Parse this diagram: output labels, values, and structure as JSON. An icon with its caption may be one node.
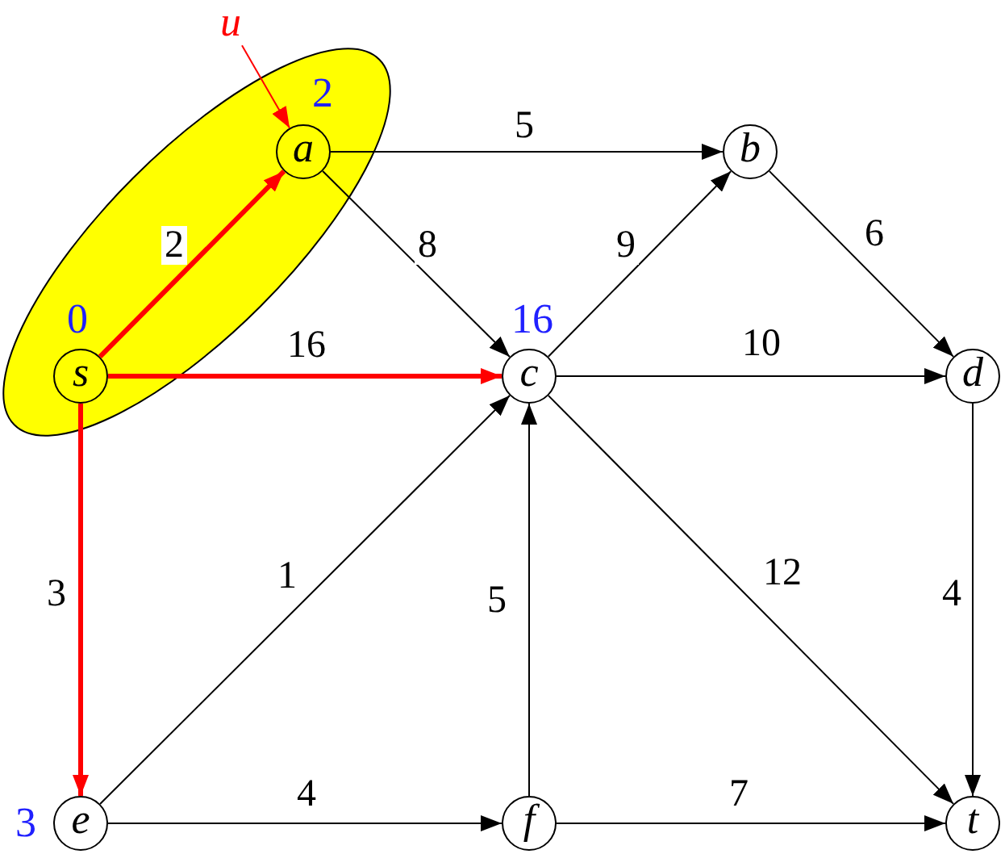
{
  "diagram": {
    "nodes": [
      {
        "text": [],
        "shape": "ellipse"
      },
      {
        "text": [
          "u"
        ]
      },
      {
        "text": [
          "a"
        ],
        "in": 0,
        "beside": [
          "2"
        ]
      },
      {
        "text": [
          "b"
        ]
      },
      {
        "text": [
          "s"
        ],
        "in": 0,
        "beside": [
          "0"
        ]
      },
      {
        "text": [
          "c"
        ],
        "beside": [
          "16"
        ]
      },
      {
        "text": [
          "d"
        ]
      },
      {
        "text": [
          "e"
        ],
        "beside": [
          "3"
        ]
      },
      {
        "text": [
          "f"
        ]
      },
      {
        "text": [
          "t"
        ]
      }
    ],
    "edges": [
      {
        "from": 1,
        "to": 2,
        "arrow": "to",
        "color": "#ff0000"
      },
      {
        "from": 4,
        "to": 2,
        "arrow": "to",
        "label": "2",
        "style": "thick",
        "color": "#ff0000"
      },
      {
        "from": 4,
        "to": 5,
        "arrow": "to",
        "label": "16",
        "style": "thick",
        "color": "#ff0000"
      },
      {
        "from": 4,
        "to": 7,
        "arrow": "to",
        "label": "3",
        "style": "thick",
        "color": "#ff0000"
      },
      {
        "from": 2,
        "to": 3,
        "arrow": "to",
        "label": "5"
      },
      {
        "from": 2,
        "to": 5,
        "arrow": "to",
        "label": "8"
      },
      {
        "from": 5,
        "to": 3,
        "arrow": "to",
        "label": "9"
      },
      {
        "from": 3,
        "to": 6,
        "arrow": "to",
        "label": "6"
      },
      {
        "from": 5,
        "to": 6,
        "arrow": "to",
        "label": "10"
      },
      {
        "from": 7,
        "to": 5,
        "arrow": "to",
        "label": "1"
      },
      {
        "from": 8,
        "to": 5,
        "arrow": "to",
        "label": "5"
      },
      {
        "from": 5,
        "to": 9,
        "arrow": "to",
        "label": "12"
      },
      {
        "from": 6,
        "to": 9,
        "arrow": "to",
        "label": "4"
      },
      {
        "from": 7,
        "to": 8,
        "arrow": "to",
        "label": "4"
      },
      {
        "from": 8,
        "to": 9,
        "arrow": "to",
        "label": "7"
      }
    ]
  }
}
